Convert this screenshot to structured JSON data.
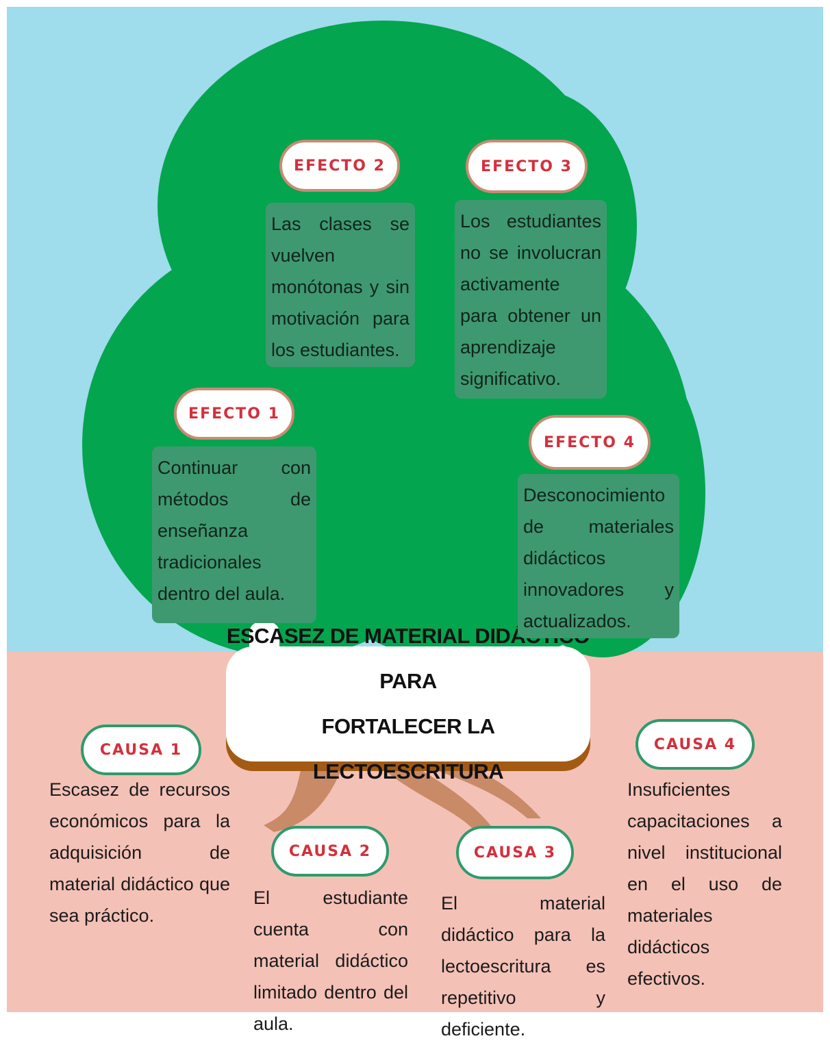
{
  "colors": {
    "sky": "#9fdcec",
    "ground": "#f4c1b6",
    "canopy": "#04a54f",
    "trunk": "#c98a68",
    "title_shadow": "#a35a12",
    "label_red": "#d3303d",
    "effect_border": "#c98b74",
    "cause_border": "#2f9a6c",
    "effect_box": "#3e9970"
  },
  "title": {
    "line1": "ESCASEZ DE MATERIAL DIDÁCTICO  PARA",
    "line2": "FORTALECER LA LECTOESCRITURA"
  },
  "efectos": [
    {
      "label": "EFECTO 1",
      "text": "Continuar con métodos de enseñanza tradicionales dentro del aula."
    },
    {
      "label": "EFECTO 2",
      "text": "Las clases se vuelven monótonas y sin motivación para los estudiantes."
    },
    {
      "label": "EFECTO 3",
      "text": "Los estudiantes no se involucran activamente para obtener un aprendizaje significativo."
    },
    {
      "label": "EFECTO 4",
      "text": "Desconocimiento de materiales didácticos innovadores y actualizados."
    }
  ],
  "causas": [
    {
      "label": "CAUSA 1",
      "text": "Escasez de recursos económicos para la adquisición de material didáctico que sea práctico."
    },
    {
      "label": "CAUSA 2",
      "text": "El estudiante cuenta con material didáctico limitado dentro del aula."
    },
    {
      "label": "CAUSA 3",
      "text": "El material didáctico para la lectoescritura es repetitivo y deficiente."
    },
    {
      "label": "CAUSA 4",
      "text": "Insuficientes capacitaciones a nivel institucional en el uso de materiales didácticos efectivos."
    }
  ]
}
